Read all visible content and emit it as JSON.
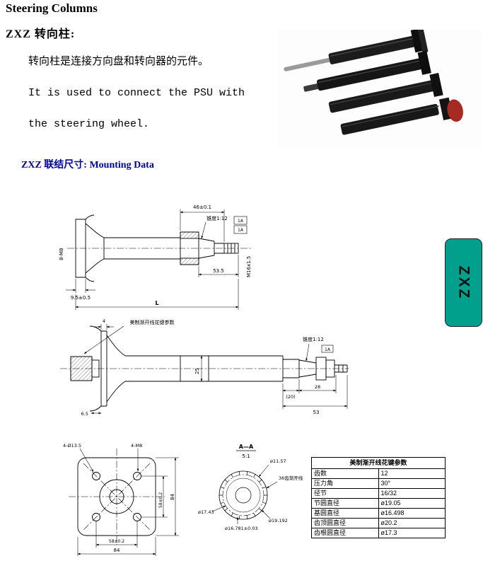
{
  "page": {
    "title": "Steering Columns",
    "model_heading": "ZXZ  转向柱:",
    "para": [
      "转向柱是连接方向盘和转向器的元件。",
      "It is used to connect the PSU with",
      "the steering wheel."
    ],
    "mounting_heading": "ZXZ 联结尺寸: Mounting Data",
    "side_tab_label": "ZXZ"
  },
  "colors": {
    "accent_blue": "#00009a",
    "tab_teal": "#00a08c"
  },
  "drawing_top": {
    "dim_46": "46±0.1",
    "taper": "锥度1:12",
    "tol_a": "1A",
    "tol_b": "1A",
    "dim_535": "53.5",
    "thread": "M16x1.5",
    "dim_95": "9.5±0.5",
    "dim_L": "L",
    "bolts": "8-M8"
  },
  "drawing_mid": {
    "callout": "美制渐开线花键参数",
    "dim_4": "4",
    "dim_25": "25",
    "taper": "锥度1:12",
    "tol": "1A",
    "dim_20": "(20)",
    "dim_28": "28",
    "dim_53": "53",
    "dim_65": "6.5"
  },
  "drawing_flange": {
    "holes_a": "4-Ø13.5",
    "holes_b": "4-M8",
    "dim_58v": "58±0.2",
    "dim_84v": "84",
    "dim_58h": "58±0.2",
    "dim_84h": "84"
  },
  "drawing_spline": {
    "section": "A—A",
    "scale": "5:1",
    "d1": "ø11.57",
    "teeth_note": "36齿渐开线",
    "d2": "ø17.43",
    "d3": "ø16.781±0.03",
    "d4": "ø19.192"
  },
  "spline_table": {
    "title": "美制渐开线花键参数",
    "rows": [
      {
        "label": "齿数",
        "value": "12"
      },
      {
        "label": "压力角",
        "value": "30°"
      },
      {
        "label": "径节",
        "value": "16/32"
      },
      {
        "label": "节圆直径",
        "value": "ø19.05"
      },
      {
        "label": "基圆直径",
        "value": "ø16.498"
      },
      {
        "label": "齿顶圆直径",
        "value": "ø20.2"
      },
      {
        "label": "齿根圆直径",
        "value": "ø17.3"
      }
    ]
  }
}
